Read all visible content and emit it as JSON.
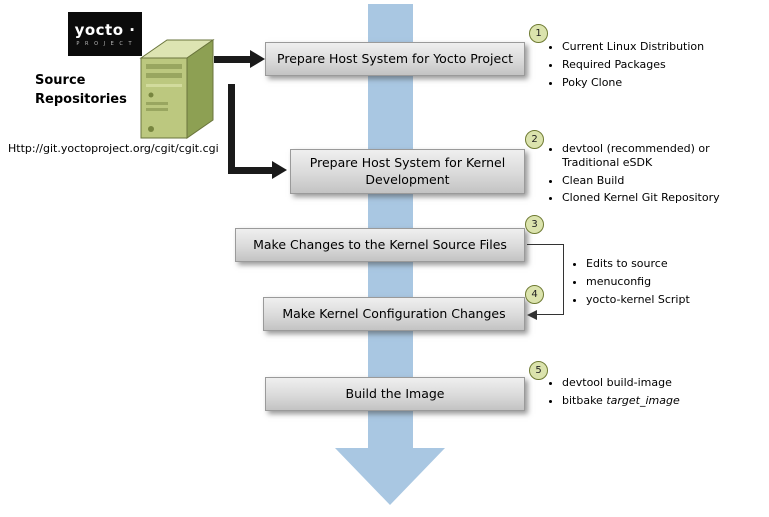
{
  "logo": {
    "title": "yocto ·",
    "subtitle": "P R O J E C T"
  },
  "source": {
    "label": "Source\nRepositories",
    "url": "Http://git.yoctoproject.org/cgit/cgit.cgi"
  },
  "steps": [
    {
      "num": "1",
      "label": "Prepare Host System for Yocto Project"
    },
    {
      "num": "2",
      "label": "Prepare Host System for Kernel Development"
    },
    {
      "num": "3",
      "label": "Make Changes to the Kernel Source Files"
    },
    {
      "num": "4",
      "label": "Make Kernel Configuration Changes"
    },
    {
      "num": "5",
      "label": "Build the Image"
    }
  ],
  "bullets": {
    "step1": [
      "Current Linux Distribution",
      "Required Packages",
      "Poky Clone"
    ],
    "step2": [
      "devtool (recommended) or Traditional eSDK",
      "Clean Build",
      "Cloned Kernel Git Repository"
    ],
    "steps34": [
      "Edits to source",
      "menuconfig",
      "yocto-kernel Script"
    ],
    "step5_item1": "devtool build-image",
    "step5_item2_prefix": "bitbake ",
    "step5_item2_italic": "target_image"
  }
}
